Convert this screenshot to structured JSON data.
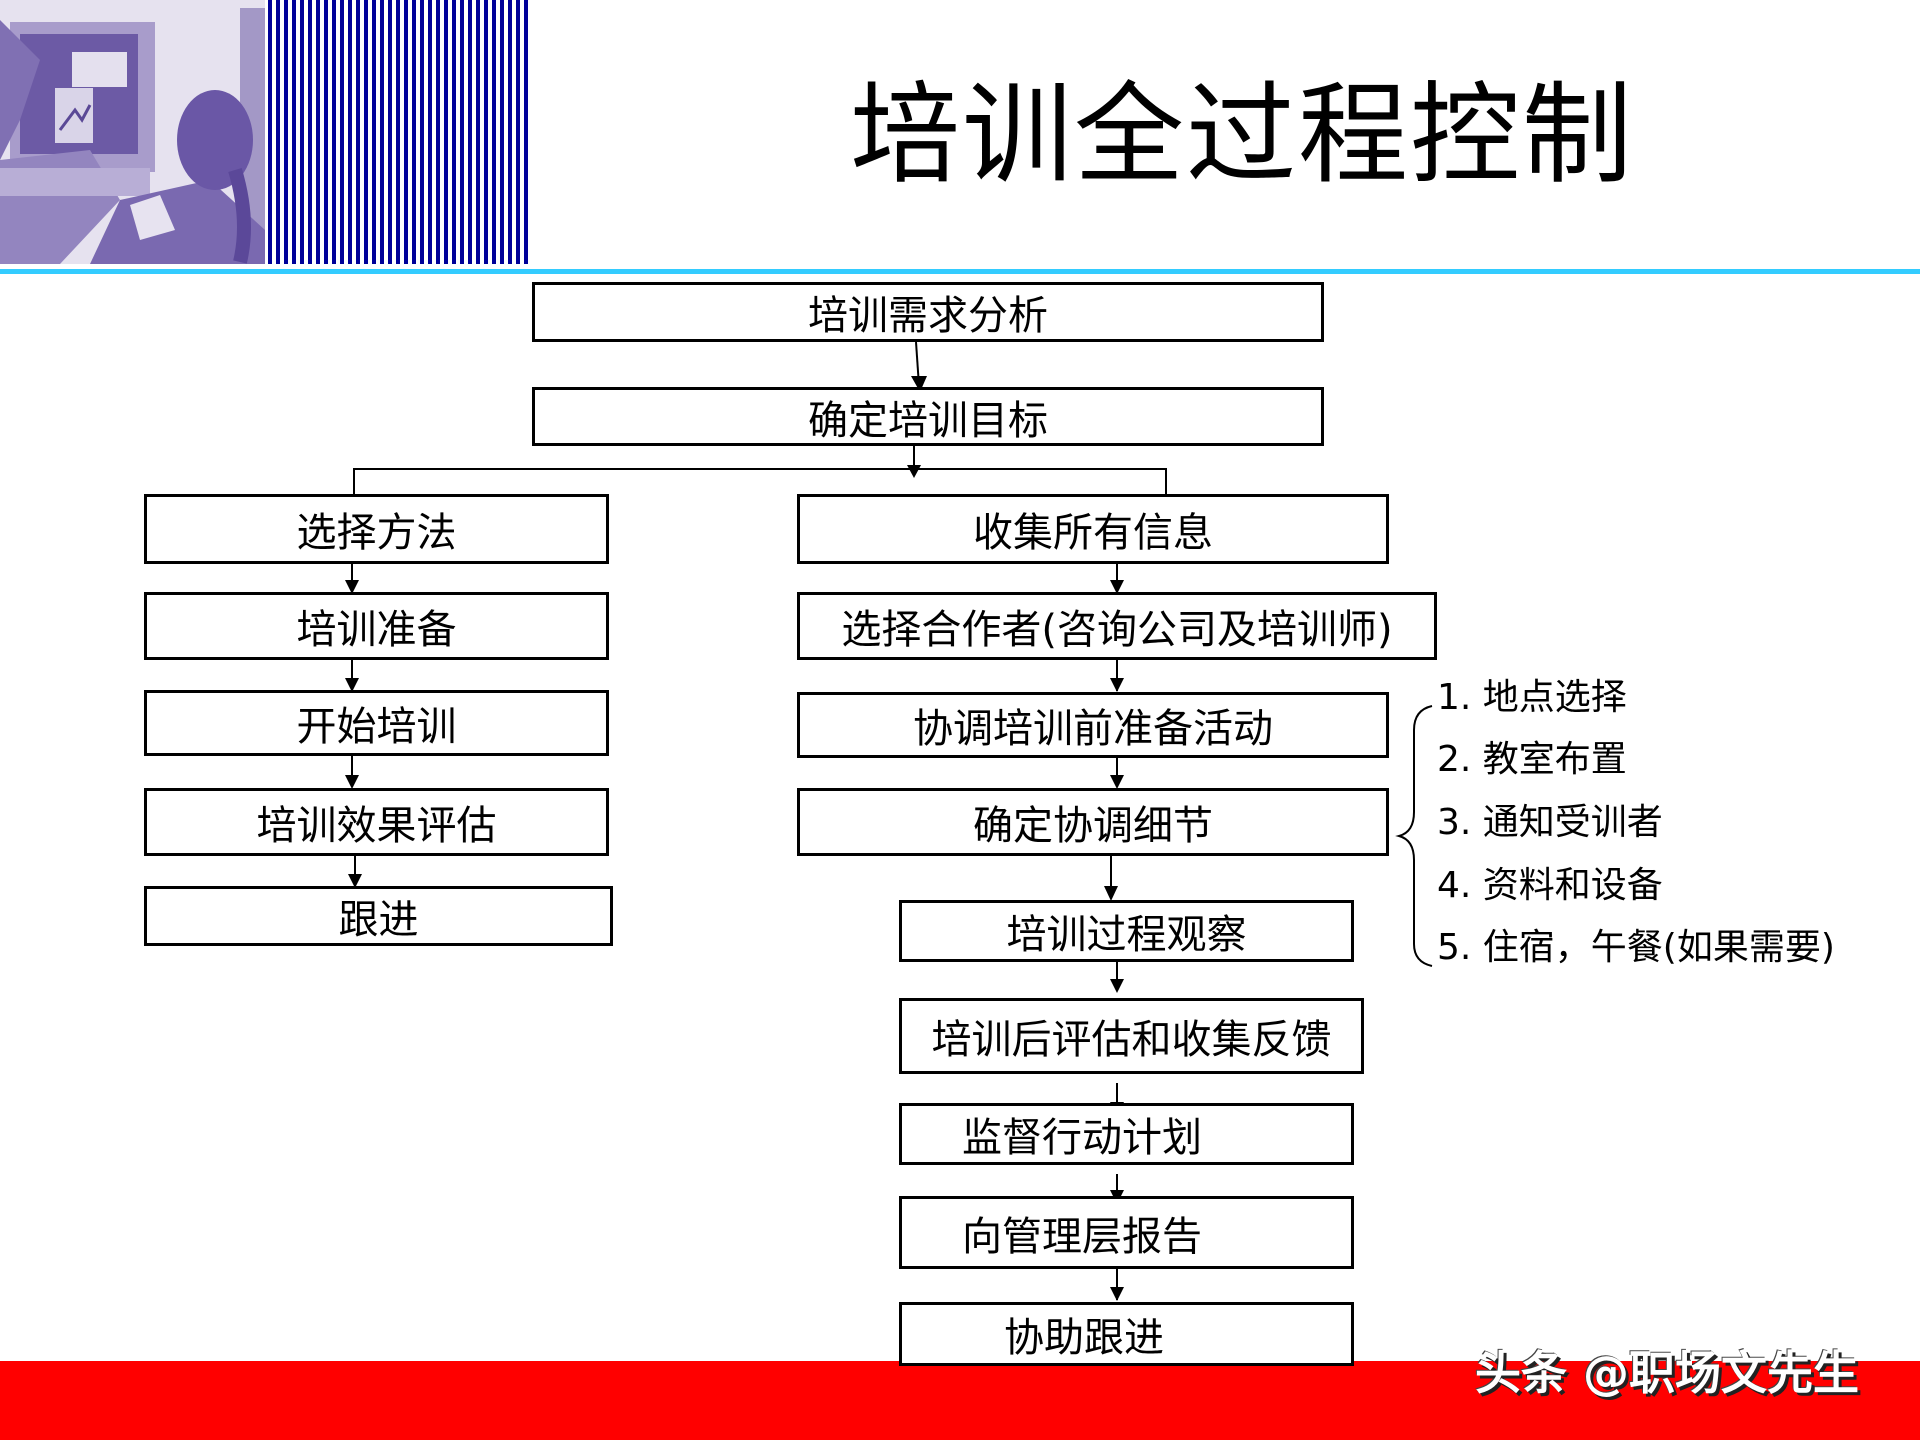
{
  "slide": {
    "title": "培训全过程控制",
    "colors": {
      "stripe_blue": "#000099",
      "rule_cyan": "#33CCFF",
      "bottom_band_red": "#FF0000",
      "box_border": "#000000"
    },
    "header_image": "illustration-person-at-computer"
  },
  "flow": {
    "top": [
      {
        "label": "培训需求分析"
      },
      {
        "label": "确定培训目标"
      }
    ],
    "left_branch": [
      {
        "label": "选择方法"
      },
      {
        "label": "培训准备"
      },
      {
        "label": "开始培训"
      },
      {
        "label": "培训效果评估"
      },
      {
        "label": "跟进"
      }
    ],
    "right_branch": [
      {
        "label": "收集所有信息"
      },
      {
        "label": "选择合作者(咨询公司及培训师)"
      },
      {
        "label": "协调培训前准备活动"
      },
      {
        "label": "确定协调细节"
      },
      {
        "label": "培训过程观察"
      },
      {
        "label": "培训后评估和收集反馈"
      },
      {
        "label": "监督行动计划"
      },
      {
        "label": "向管理层报告"
      },
      {
        "label": "协助跟进"
      }
    ]
  },
  "details_list": {
    "items": [
      "1. 地点选择",
      "2. 教室布置",
      "3. 通知受训者",
      "4. 资料和设备",
      "5. 住宿，午餐(如果需要)"
    ]
  },
  "watermark": "头条 @职场文先生"
}
